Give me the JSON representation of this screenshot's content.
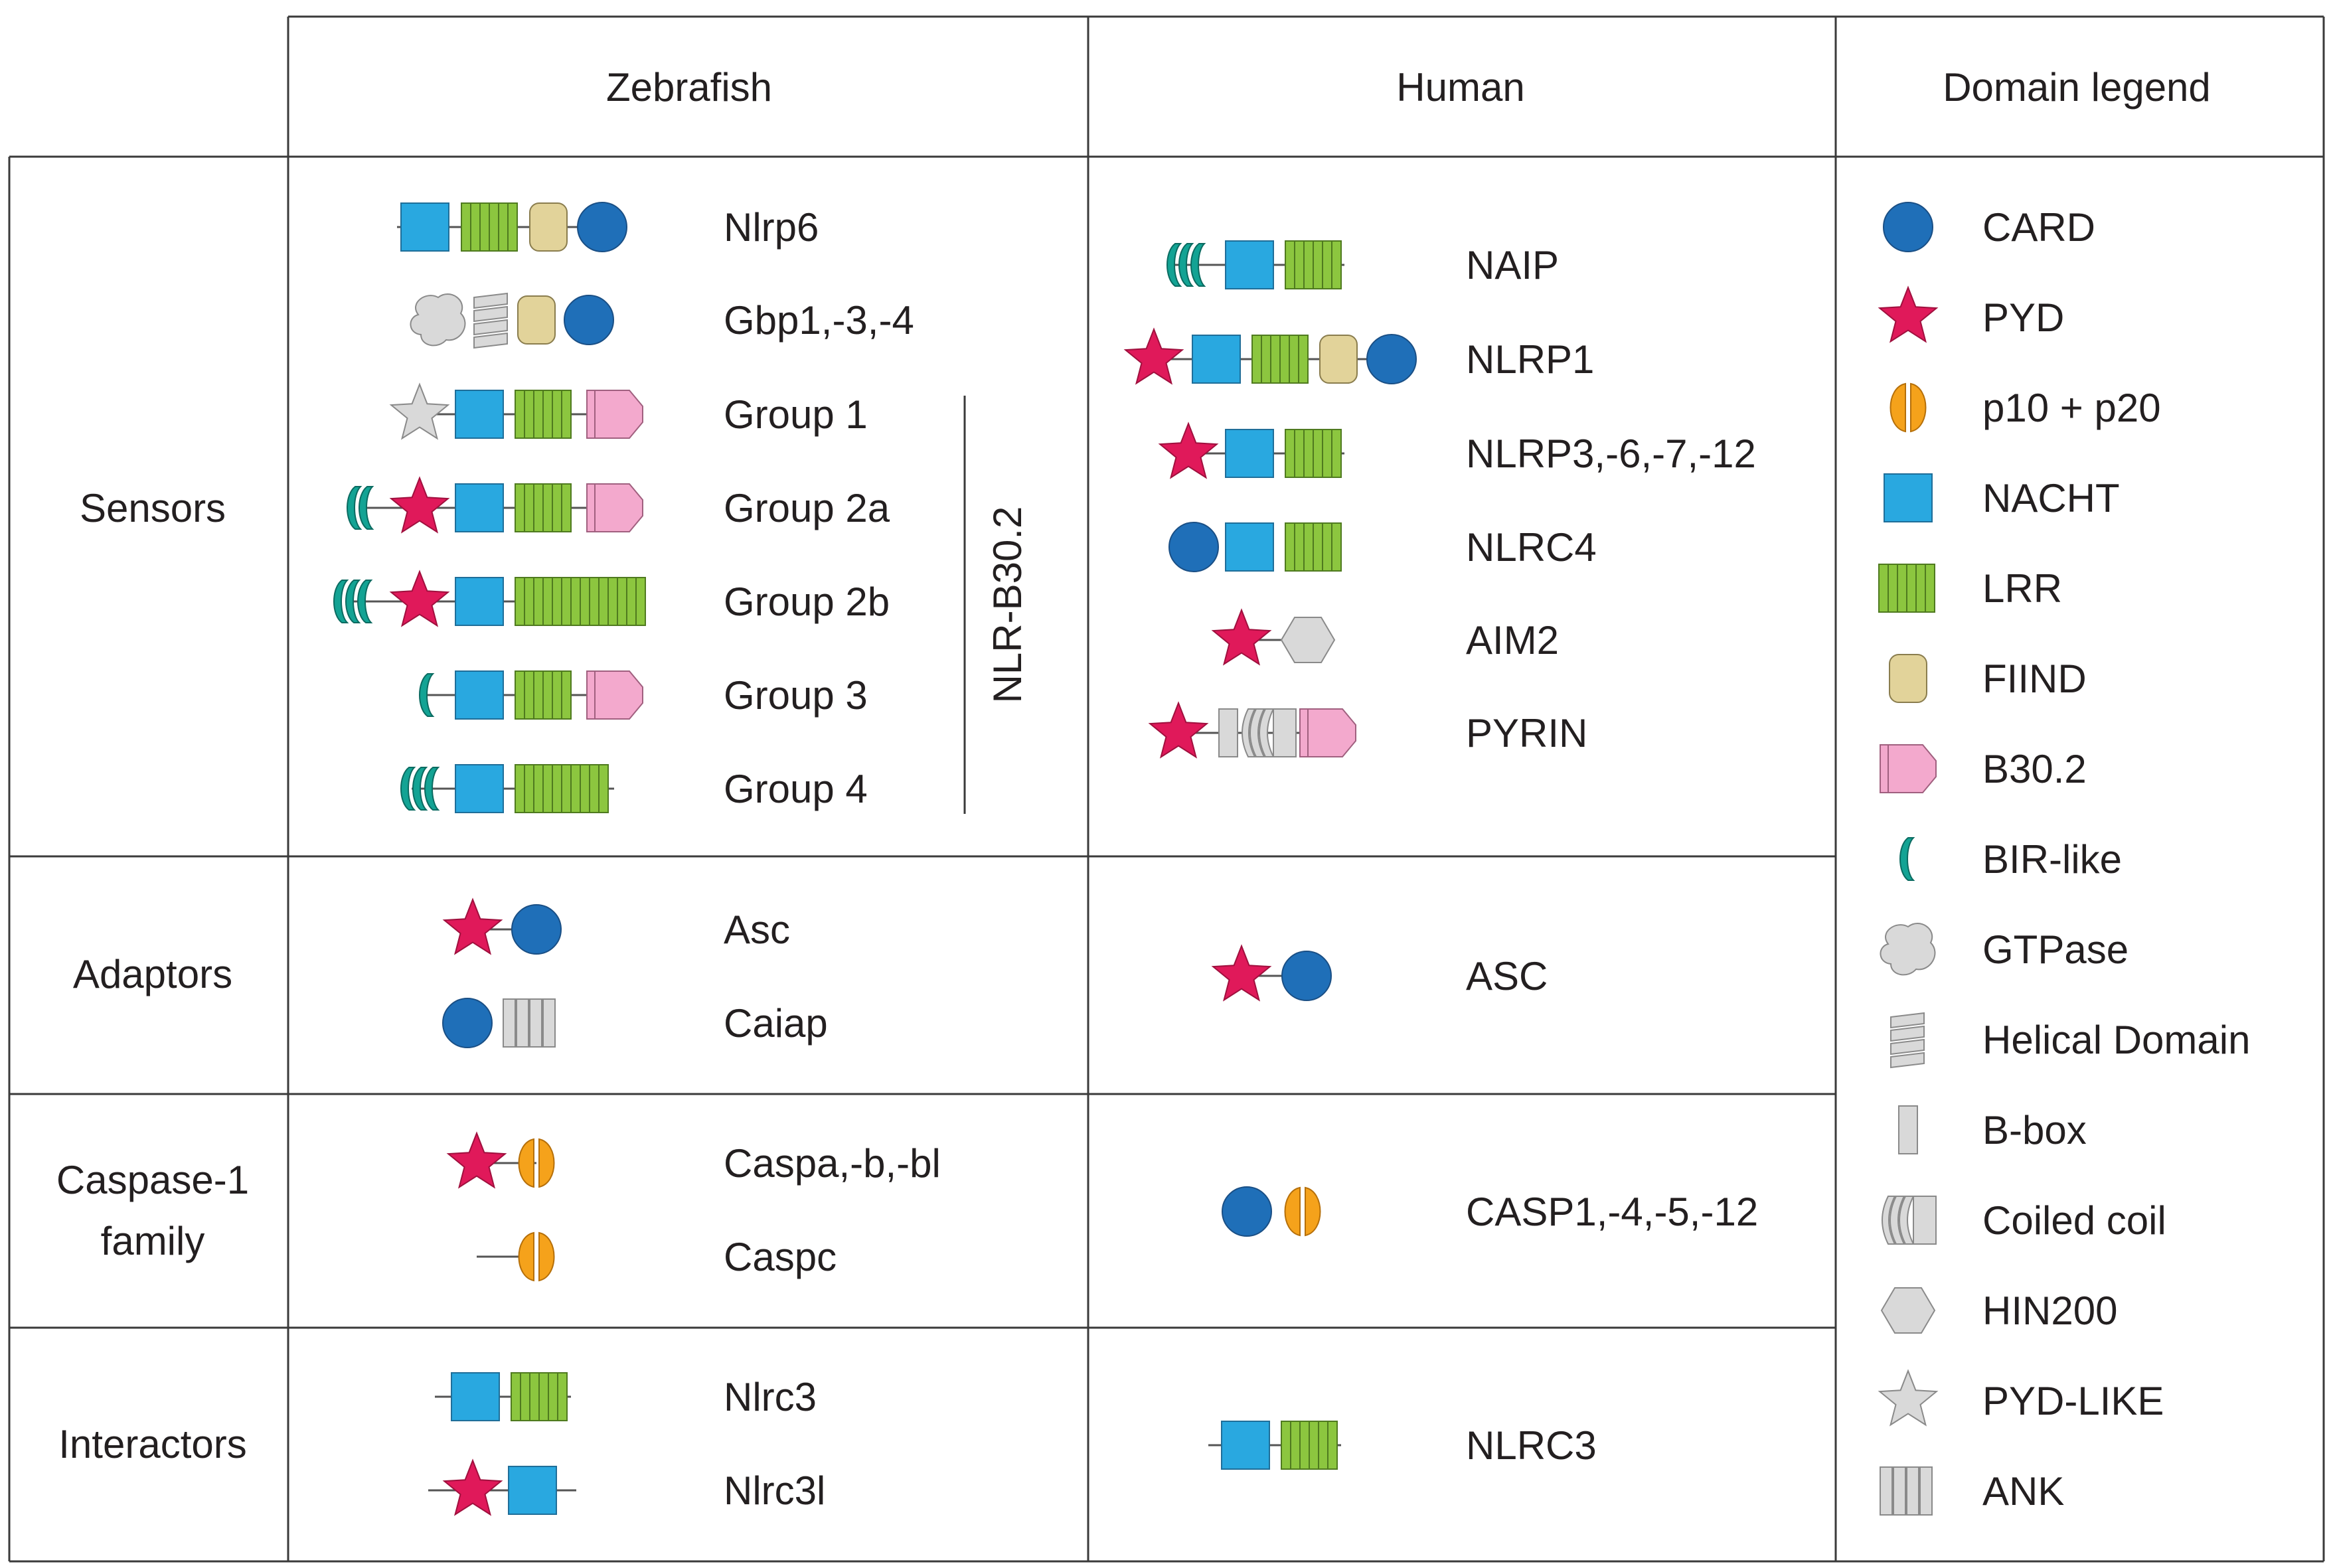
{
  "headers": {
    "zebrafish": "Zebrafish",
    "human": "Human",
    "legend": "Domain legend"
  },
  "categories": {
    "sensors": "Sensors",
    "adaptors": "Adaptors",
    "caspase_line1": "Caspase-1",
    "caspase_line2": "family",
    "interactors": "Interactors"
  },
  "group_bracket_label": "NLR-B30.2",
  "zebrafish_proteins": [
    {
      "name": "Nlrp6",
      "domains": [
        "linker",
        "NACHT",
        "LRR",
        "FIIND",
        "CARD"
      ]
    },
    {
      "name": "Gbp1,-3,-4",
      "domains": [
        "GTPase",
        "Helical Domain",
        "FIIND",
        "CARD"
      ]
    },
    {
      "name": "Group 1",
      "domains": [
        "PYD-LIKE",
        "NACHT",
        "LRR",
        "B30.2"
      ]
    },
    {
      "name": "Group 2a",
      "domains": [
        "BIR-like",
        "PYD",
        "NACHT",
        "LRR",
        "B30.2"
      ]
    },
    {
      "name": "Group 2b",
      "domains": [
        "BIR-like",
        "PYD",
        "NACHT",
        "LRR"
      ]
    },
    {
      "name": "Group 3",
      "domains": [
        "BIR-like",
        "NACHT",
        "LRR",
        "B30.2"
      ]
    },
    {
      "name": "Group 4",
      "domains": [
        "BIR-like",
        "NACHT",
        "LRR"
      ]
    },
    {
      "name": "Asc",
      "domains": [
        "PYD",
        "CARD"
      ]
    },
    {
      "name": "Caiap",
      "domains": [
        "CARD",
        "ANK"
      ]
    },
    {
      "name": "Caspa,-b,-bl",
      "domains": [
        "PYD",
        "p10 + p20"
      ]
    },
    {
      "name": "Caspc",
      "domains": [
        "p10 + p20"
      ]
    },
    {
      "name": "Nlrc3",
      "domains": [
        "NACHT",
        "LRR"
      ]
    },
    {
      "name": "Nlrc3l",
      "domains": [
        "PYD",
        "NACHT"
      ]
    }
  ],
  "human_proteins": [
    {
      "name": "NAIP",
      "domains": [
        "BIR-like",
        "NACHT",
        "LRR"
      ]
    },
    {
      "name": "NLRP1",
      "domains": [
        "PYD",
        "NACHT",
        "LRR",
        "FIIND",
        "CARD"
      ]
    },
    {
      "name": "NLRP3,-6,-7,-12",
      "domains": [
        "PYD",
        "NACHT",
        "LRR"
      ]
    },
    {
      "name": "NLRC4",
      "domains": [
        "CARD",
        "NACHT",
        "LRR"
      ]
    },
    {
      "name": "AIM2",
      "domains": [
        "PYD",
        "HIN200"
      ]
    },
    {
      "name": "PYRIN",
      "domains": [
        "PYD",
        "B-box",
        "Coiled coil",
        "B30.2"
      ]
    },
    {
      "name": "ASC",
      "domains": [
        "PYD",
        "CARD"
      ]
    },
    {
      "name": "CASP1,-4,-5,-12",
      "domains": [
        "CARD",
        "p10 + p20"
      ]
    },
    {
      "name": "NLRC3",
      "domains": [
        "NACHT",
        "LRR"
      ]
    }
  ],
  "legend": [
    {
      "label": "CARD",
      "icon": "card-icon"
    },
    {
      "label": "PYD",
      "icon": "pyd-icon"
    },
    {
      "label": "p10 + p20",
      "icon": "p10-p20-icon"
    },
    {
      "label": "NACHT",
      "icon": "nacht-icon"
    },
    {
      "label": "LRR",
      "icon": "lrr-icon"
    },
    {
      "label": "FIIND",
      "icon": "fiind-icon"
    },
    {
      "label": "B30.2",
      "icon": "b30-2-icon"
    },
    {
      "label": "BIR-like",
      "icon": "bir-like-icon"
    },
    {
      "label": "GTPase",
      "icon": "gtpase-icon"
    },
    {
      "label": "Helical Domain",
      "icon": "helical-domain-icon"
    },
    {
      "label": "B-box",
      "icon": "b-box-icon"
    },
    {
      "label": "Coiled coil",
      "icon": "coiled-coil-icon"
    },
    {
      "label": "HIN200",
      "icon": "hin200-icon"
    },
    {
      "label": "PYD-LIKE",
      "icon": "pyd-like-icon"
    },
    {
      "label": "ANK",
      "icon": "ank-icon"
    }
  ],
  "colors": {
    "card": "#1f6fb8",
    "pyd": "#e0195a",
    "caspase": "#f5a21b",
    "nacht": "#29a8e0",
    "lrr": "#8cc63f",
    "fiind": "#e2d39a",
    "b30_2": "#f3a9cd",
    "bir": "#13a394",
    "grey_domain": "#d9d9d9"
  }
}
